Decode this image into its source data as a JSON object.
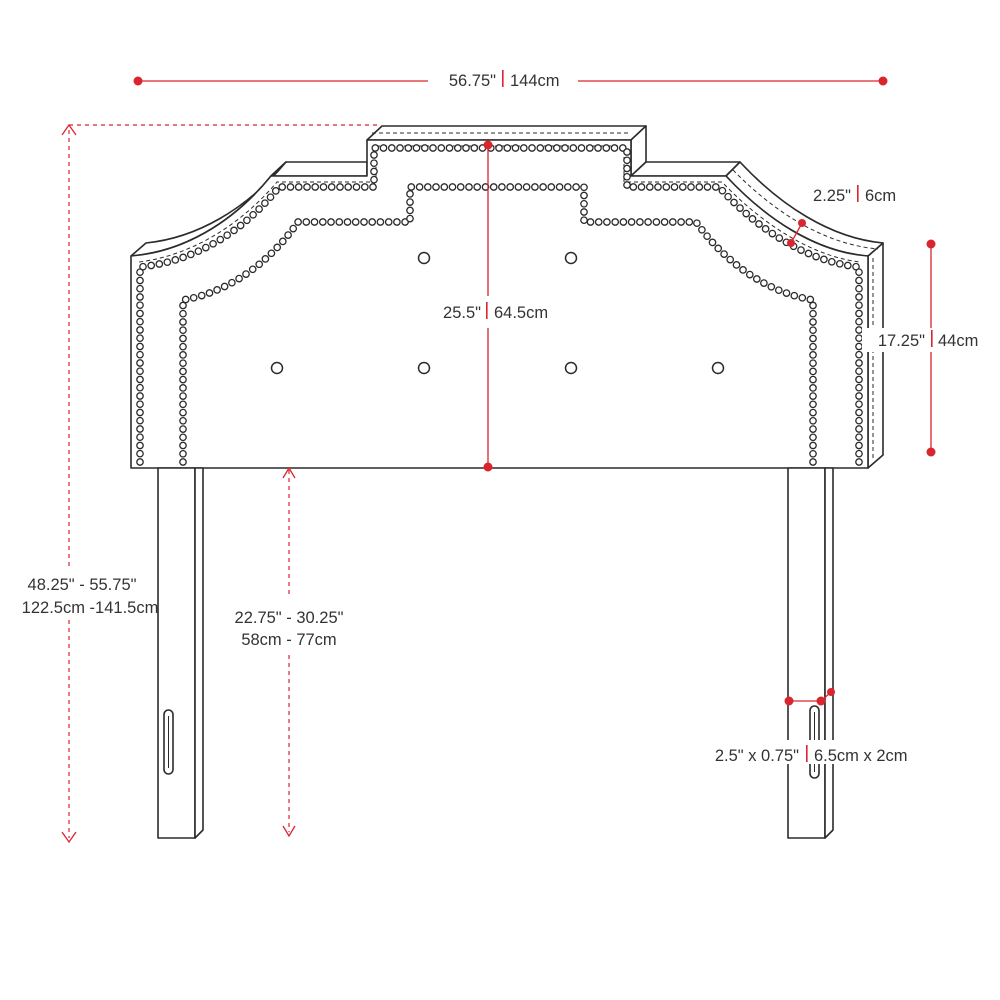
{
  "colors": {
    "accent": "#d9262e",
    "outline": "#2b2b2b",
    "text": "#333333"
  },
  "dimensions": {
    "width": {
      "imperial": "56.75\"",
      "metric": "144cm"
    },
    "top_height": {
      "imperial": "25.5\"",
      "metric": "64.5cm"
    },
    "side_height": {
      "imperial": "17.25\"",
      "metric": "44cm"
    },
    "border": {
      "imperial": "2.25\"",
      "metric": "6cm"
    },
    "total_height": {
      "imperial": "48.25\" - 55.75\"",
      "metric": "122.5cm -141.5cm"
    },
    "leg_height": {
      "imperial": "22.75\" - 30.25\"",
      "metric": "58cm - 77cm"
    },
    "leg_size": {
      "imperial": "2.5\" x 0.75\"",
      "metric": "6.5cm x 2cm"
    }
  }
}
